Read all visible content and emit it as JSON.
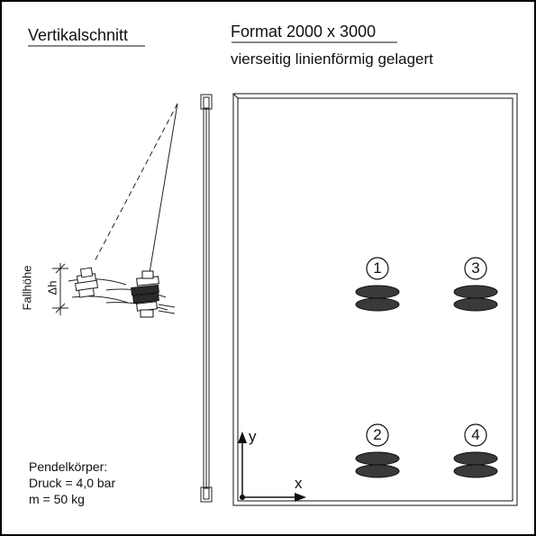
{
  "headings": {
    "section": "Vertikalschnitt",
    "format": "Format 2000 x 3000",
    "support": "vierseitig linienförmig gelagert"
  },
  "drop": {
    "label": "Fallhöhe",
    "symbol": "Δh"
  },
  "pendulum": {
    "title": "Pendelkörper:",
    "pressure": "Druck = 4,0 bar",
    "mass": "m = 50 kg"
  },
  "axes": {
    "x": "x",
    "y": "y"
  },
  "impacts": [
    {
      "label": "1"
    },
    {
      "label": "2"
    },
    {
      "label": "3"
    },
    {
      "label": "4"
    }
  ],
  "colors": {
    "ink": "#111111",
    "fill": "#3a3a3a",
    "border": "#000000"
  }
}
